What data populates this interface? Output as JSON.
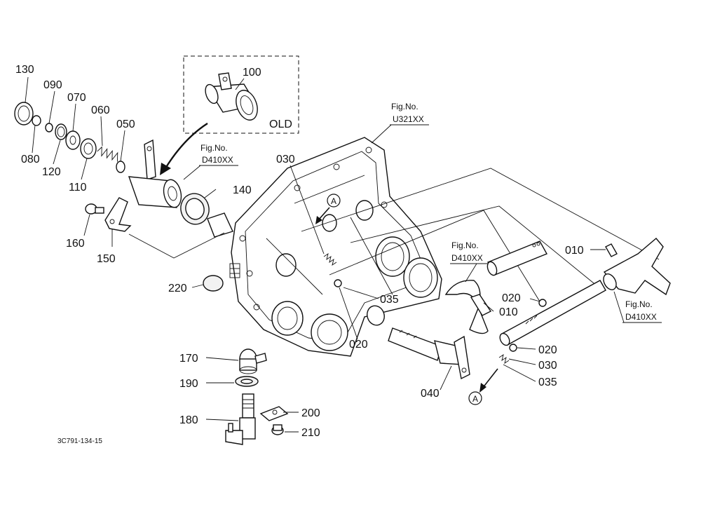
{
  "diagram": {
    "part_labels": [
      "130",
      "090",
      "070",
      "060",
      "050",
      "080",
      "120",
      "110",
      "100",
      "OLD",
      "140",
      "160",
      "150",
      "220",
      "030",
      "035",
      "020",
      "010",
      "040",
      "170",
      "190",
      "180",
      "200",
      "210",
      "020",
      "030",
      "035",
      "010",
      "020"
    ],
    "fig_refs": {
      "fig_no_label": "Fig.No.",
      "ref_u321": "U321XX",
      "ref_d410_a": "D410XX",
      "ref_d410_b": "D410XX",
      "ref_d410_c": "D410XX"
    },
    "callout_letter": "A",
    "drawing_id": "3C791-134-15",
    "labels": {
      "p130": "130",
      "p090": "090",
      "p070": "070",
      "p060": "060",
      "p050": "050",
      "p080": "080",
      "p120": "120",
      "p110": "110",
      "p100": "100",
      "old": "OLD",
      "p140": "140",
      "p160": "160",
      "p150": "150",
      "p220": "220",
      "p030_top": "030",
      "p035_mid": "035",
      "p020_mid": "020",
      "p010_mid": "010",
      "p020_upper": "020",
      "p040": "040",
      "p170": "170",
      "p190": "190",
      "p180": "180",
      "p200": "200",
      "p210": "210",
      "p010_right": "010",
      "p020_right": "020",
      "p030_right": "030",
      "p035_right": "035"
    }
  }
}
